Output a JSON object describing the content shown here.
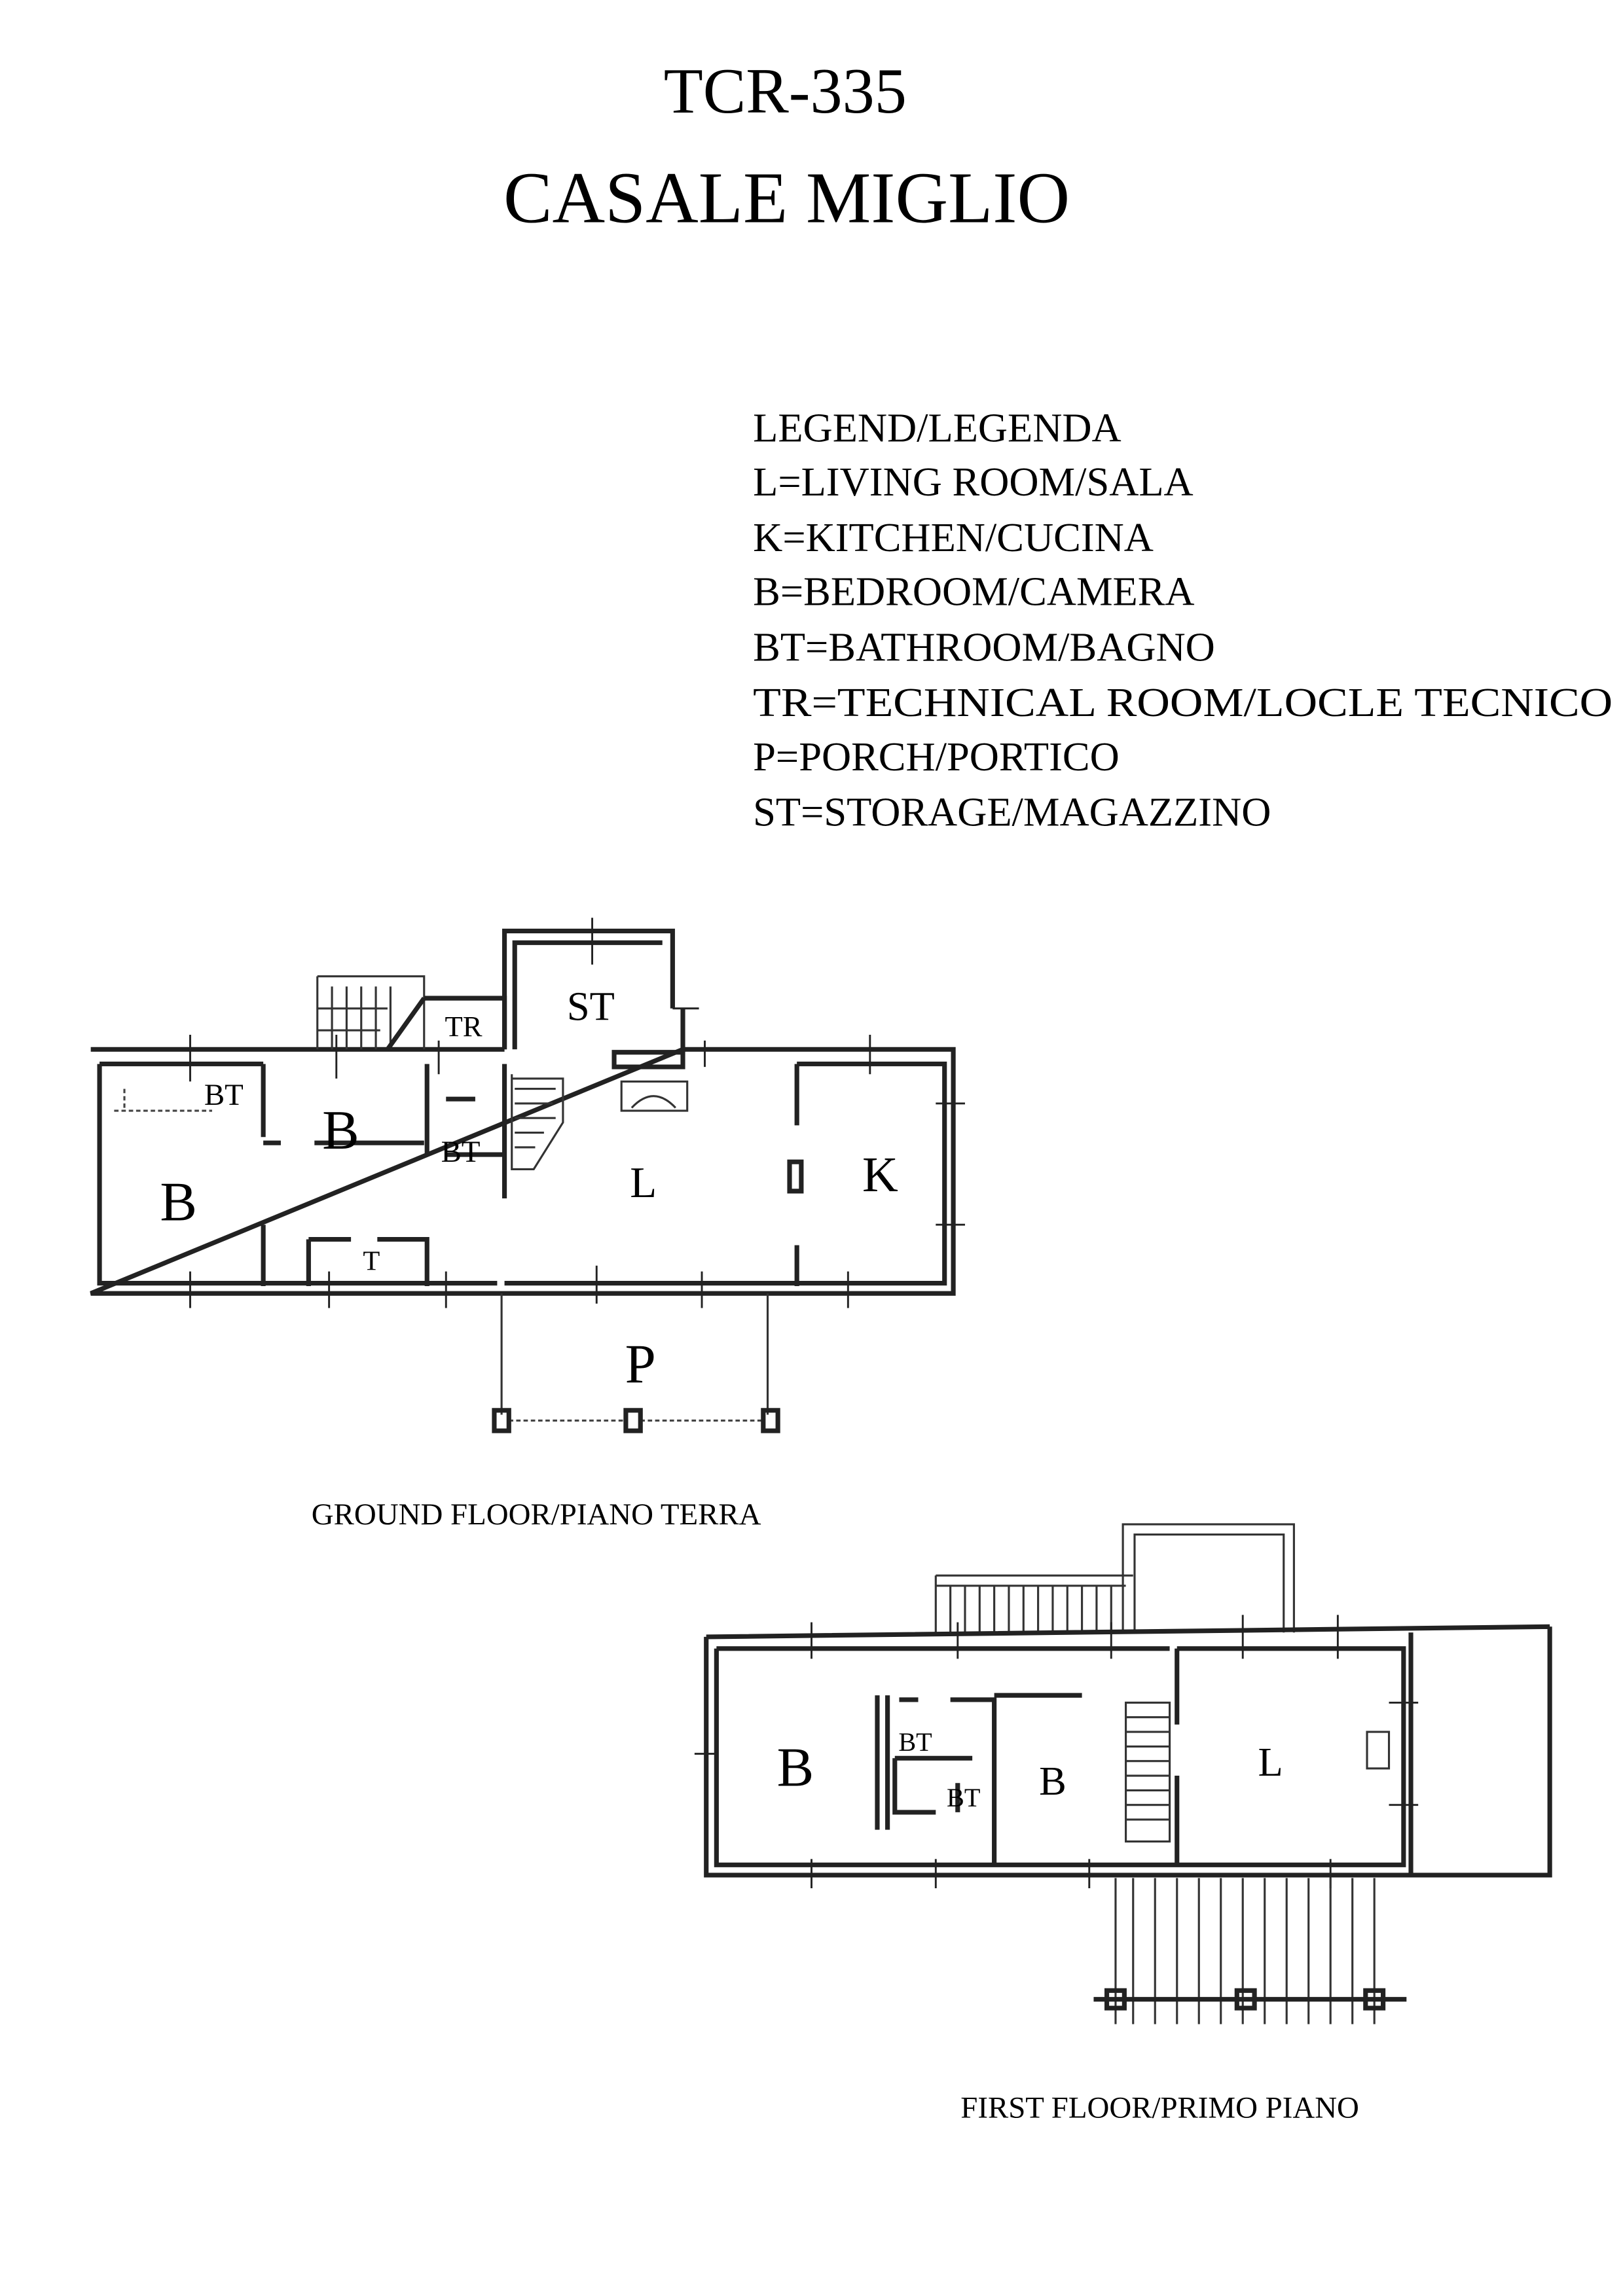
{
  "header": {
    "code": "TCR-335",
    "name": "CASALE MIGLIO"
  },
  "legend": {
    "title": "LEGEND/LEGENDA",
    "items": [
      "L=LIVING ROOM/SALA",
      "K=KITCHEN/CUCINA",
      "B=BEDROOM/CAMERA",
      "BT=BATHROOM/BAGNO",
      "TR=TECHNICAL ROOM/LOCLE TECNICO",
      "P=PORCH/PORTICO",
      "ST=STORAGE/MAGAZZINO"
    ]
  },
  "ground_floor": {
    "caption": "GROUND FLOOR/PIANO TERRA",
    "rooms": {
      "st": "ST",
      "tr": "TR",
      "bt1": "BT",
      "b1": "B",
      "bt2": "BT",
      "l": "L",
      "k": "K",
      "b2": "B",
      "t": "T",
      "p": "P"
    }
  },
  "first_floor": {
    "caption": "FIRST FLOOR/PRIMO PIANO",
    "rooms": {
      "b1": "B",
      "bt1": "BT",
      "bt2": "BT",
      "b2": "B",
      "l": "L"
    }
  }
}
